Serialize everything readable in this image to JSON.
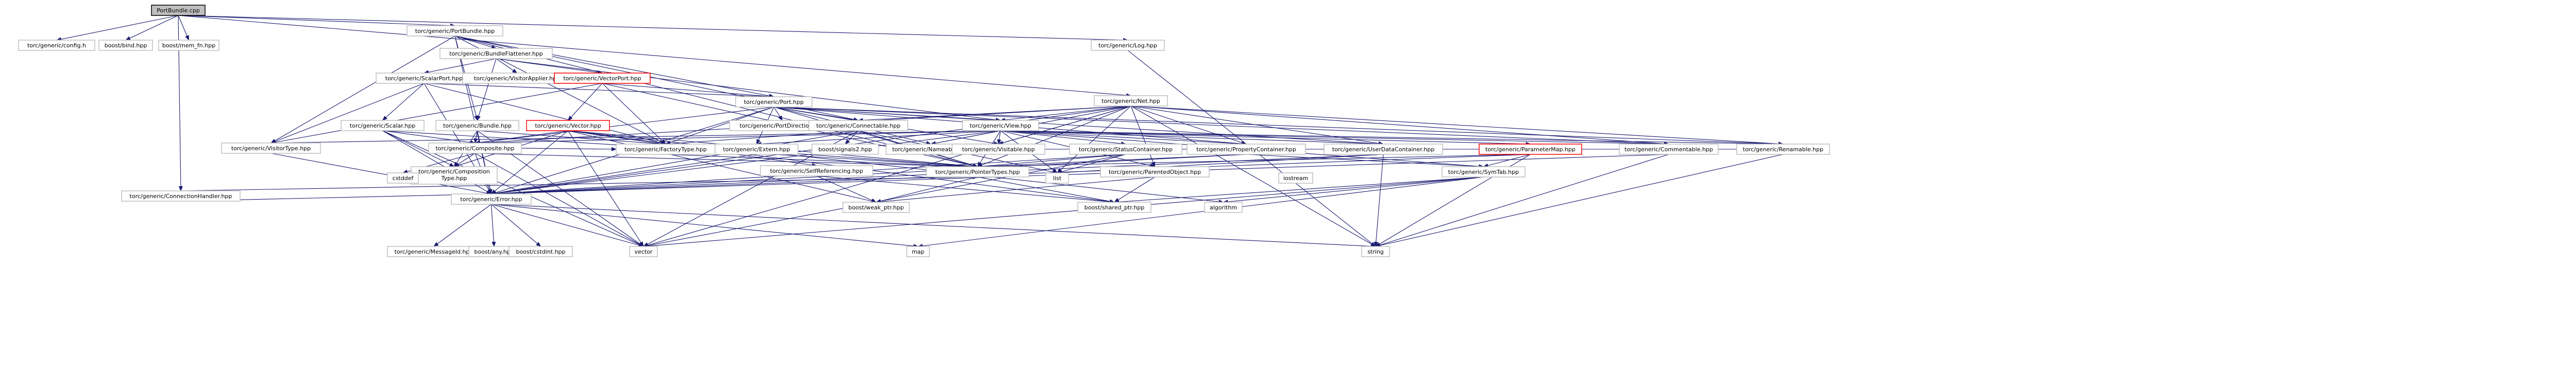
{
  "diagram": {
    "nodes": [
      {
        "id": "root",
        "label": "PortBundle.cpp",
        "root": true
      },
      {
        "id": "config",
        "label": "torc/generic/config.h"
      },
      {
        "id": "bind",
        "label": "boost/bind.hpp"
      },
      {
        "id": "memfn",
        "label": "boost/mem_fn.hpp"
      },
      {
        "id": "portbundle",
        "label": "torc/generic/PortBundle.hpp"
      },
      {
        "id": "log",
        "label": "torc/generic/Log.hpp"
      },
      {
        "id": "net",
        "label": "torc/generic/Net.hpp"
      },
      {
        "id": "connhandler",
        "label": "torc/generic/ConnectionHandler.hpp"
      },
      {
        "id": "bundleflat",
        "label": "torc/generic/BundleFlattener.hpp"
      },
      {
        "id": "scalarport",
        "label": "torc/generic/ScalarPort.hpp"
      },
      {
        "id": "visitorapplier",
        "label": "torc/generic/VisitorApplier.hpp"
      },
      {
        "id": "vectorport",
        "label": "torc/generic/VectorPort.hpp",
        "red": true
      },
      {
        "id": "port",
        "label": "torc/generic/Port.hpp"
      },
      {
        "id": "scalar",
        "label": "torc/generic/Scalar.hpp"
      },
      {
        "id": "bundle",
        "label": "torc/generic/Bundle.hpp"
      },
      {
        "id": "vector",
        "label": "torc/generic/Vector.hpp",
        "red": true
      },
      {
        "id": "portdir",
        "label": "torc/generic/PortDirection.hpp"
      },
      {
        "id": "connectable",
        "label": "torc/generic/Connectable.hpp"
      },
      {
        "id": "view",
        "label": "torc/generic/View.hpp"
      },
      {
        "id": "visitortype",
        "label": "torc/generic/VisitorType.hpp"
      },
      {
        "id": "composite",
        "label": "torc/generic/Composite.hpp"
      },
      {
        "id": "factorytype",
        "label": "torc/generic/FactoryType.hpp"
      },
      {
        "id": "extern",
        "label": "torc/generic/Extern.hpp"
      },
      {
        "id": "signals2",
        "label": "boost/signals2.hpp"
      },
      {
        "id": "nameable",
        "label": "torc/generic/Nameable.hpp"
      },
      {
        "id": "visitable",
        "label": "torc/generic/Visitable.hpp"
      },
      {
        "id": "statuscontainer",
        "label": "torc/generic/StatusContainer.hpp"
      },
      {
        "id": "propertycontainer",
        "label": "torc/generic/PropertyContainer.hpp"
      },
      {
        "id": "userdatacontainer",
        "label": "torc/generic/UserDataContainer.hpp"
      },
      {
        "id": "parametermap",
        "label": "torc/generic/ParameterMap.hpp",
        "red": true
      },
      {
        "id": "commentable",
        "label": "torc/generic/Commentable.hpp"
      },
      {
        "id": "renamable",
        "label": "torc/generic/Renamable.hpp"
      },
      {
        "id": "comptype",
        "label": "torc/generic/Composition\nType.hpp"
      },
      {
        "id": "cstddef",
        "label": "cstddef"
      },
      {
        "id": "selfref",
        "label": "torc/generic/SelfReferencing.hpp"
      },
      {
        "id": "pointertypes",
        "label": "torc/generic/PointerTypes.hpp"
      },
      {
        "id": "parentedobj",
        "label": "torc/generic/ParentedObject.hpp"
      },
      {
        "id": "symtab",
        "label": "torc/generic/SymTab.hpp"
      },
      {
        "id": "list",
        "label": "list"
      },
      {
        "id": "iostream",
        "label": "iostream"
      },
      {
        "id": "error",
        "label": "torc/generic/Error.hpp"
      },
      {
        "id": "weakptr",
        "label": "boost/weak_ptr.hpp"
      },
      {
        "id": "sharedptr",
        "label": "boost/shared_ptr.hpp"
      },
      {
        "id": "algorithm",
        "label": "algorithm"
      },
      {
        "id": "msgid",
        "label": "torc/generic/MessageId.hpp"
      },
      {
        "id": "any",
        "label": "boost/any.hpp"
      },
      {
        "id": "cstdint",
        "label": "boost/cstdint.hpp"
      },
      {
        "id": "stdvector",
        "label": "vector"
      },
      {
        "id": "map",
        "label": "map"
      },
      {
        "id": "string",
        "label": "string"
      }
    ],
    "edges": [
      [
        "root",
        "config"
      ],
      [
        "root",
        "bind"
      ],
      [
        "root",
        "memfn"
      ],
      [
        "root",
        "portbundle"
      ],
      [
        "root",
        "log"
      ],
      [
        "root",
        "net"
      ],
      [
        "root",
        "connhandler"
      ],
      [
        "portbundle",
        "bundleflat"
      ],
      [
        "portbundle",
        "port"
      ],
      [
        "portbundle",
        "bundle"
      ],
      [
        "portbundle",
        "connectable"
      ],
      [
        "portbundle",
        "visitortype"
      ],
      [
        "portbundle",
        "factorytype"
      ],
      [
        "portbundle",
        "pointertypes"
      ],
      [
        "portbundle",
        "error"
      ],
      [
        "bundleflat",
        "scalarport"
      ],
      [
        "bundleflat",
        "visitorapplier"
      ],
      [
        "bundleflat",
        "vectorport"
      ],
      [
        "bundleflat",
        "bundle"
      ],
      [
        "bundleflat",
        "view"
      ],
      [
        "scalarport",
        "port"
      ],
      [
        "scalarport",
        "scalar"
      ],
      [
        "scalarport",
        "visitortype"
      ],
      [
        "scalarport",
        "factorytype"
      ],
      [
        "scalarport",
        "error"
      ],
      [
        "vectorport",
        "port"
      ],
      [
        "vectorport",
        "vector"
      ],
      [
        "vectorport",
        "visitortype"
      ],
      [
        "vectorport",
        "factorytype"
      ],
      [
        "vectorport",
        "pointertypes"
      ],
      [
        "port",
        "portdir"
      ],
      [
        "port",
        "connectable"
      ],
      [
        "port",
        "composite"
      ],
      [
        "port",
        "extern"
      ],
      [
        "port",
        "nameable"
      ],
      [
        "port",
        "visitable"
      ],
      [
        "port",
        "propertycontainer"
      ],
      [
        "port",
        "userdatacontainer"
      ],
      [
        "port",
        "commentable"
      ],
      [
        "port",
        "renamable"
      ],
      [
        "port",
        "factorytype"
      ],
      [
        "port",
        "pointertypes"
      ],
      [
        "port",
        "error"
      ],
      [
        "port",
        "view"
      ],
      [
        "scalar",
        "composite"
      ],
      [
        "scalar",
        "comptype"
      ],
      [
        "scalar",
        "error"
      ],
      [
        "scalar",
        "stdvector"
      ],
      [
        "scalar",
        "pointertypes"
      ],
      [
        "bundle",
        "composite"
      ],
      [
        "bundle",
        "comptype"
      ],
      [
        "bundle",
        "error"
      ],
      [
        "bundle",
        "stdvector"
      ],
      [
        "bundle",
        "pointertypes"
      ],
      [
        "vector",
        "composite"
      ],
      [
        "vector",
        "comptype"
      ],
      [
        "vector",
        "selfref"
      ],
      [
        "vector",
        "error"
      ],
      [
        "vector",
        "stdvector"
      ],
      [
        "vector",
        "pointertypes"
      ],
      [
        "vector",
        "weakptr"
      ],
      [
        "vector",
        "sharedptr"
      ],
      [
        "vector",
        "algorithm"
      ],
      [
        "connectable",
        "signals2"
      ],
      [
        "connectable",
        "error"
      ],
      [
        "connectable",
        "stdvector"
      ],
      [
        "connectable",
        "list"
      ],
      [
        "connectable",
        "pointertypes"
      ],
      [
        "connectable",
        "factorytype"
      ],
      [
        "view",
        "composite"
      ],
      [
        "view",
        "extern"
      ],
      [
        "view",
        "nameable"
      ],
      [
        "view",
        "visitable"
      ],
      [
        "view",
        "statuscontainer"
      ],
      [
        "view",
        "propertycontainer"
      ],
      [
        "view",
        "userdatacontainer"
      ],
      [
        "view",
        "parametermap"
      ],
      [
        "view",
        "commentable"
      ],
      [
        "view",
        "renamable"
      ],
      [
        "view",
        "pointertypes"
      ],
      [
        "view",
        "symtab"
      ],
      [
        "view",
        "parentedobj"
      ],
      [
        "view",
        "list"
      ],
      [
        "view",
        "error"
      ],
      [
        "view",
        "visitortype"
      ],
      [
        "net",
        "connectable"
      ],
      [
        "net",
        "view"
      ],
      [
        "net",
        "composite"
      ],
      [
        "net",
        "nameable"
      ],
      [
        "net",
        "visitable"
      ],
      [
        "net",
        "propertycontainer"
      ],
      [
        "net",
        "userdatacontainer"
      ],
      [
        "net",
        "commentable"
      ],
      [
        "net",
        "renamable"
      ],
      [
        "net",
        "parentedobj"
      ],
      [
        "net",
        "list"
      ],
      [
        "net",
        "error"
      ],
      [
        "net",
        "pointertypes"
      ],
      [
        "net",
        "stdvector"
      ],
      [
        "net",
        "string"
      ],
      [
        "connhandler",
        "error"
      ],
      [
        "connhandler",
        "pointertypes"
      ],
      [
        "log",
        "string"
      ],
      [
        "composite",
        "cstddef"
      ],
      [
        "composite",
        "comptype"
      ],
      [
        "composite",
        "error"
      ],
      [
        "composite",
        "stdvector"
      ],
      [
        "composite",
        "pointertypes"
      ],
      [
        "composite",
        "factorytype"
      ],
      [
        "visitortype",
        "error"
      ],
      [
        "factorytype",
        "pointertypes"
      ],
      [
        "extern",
        "error"
      ],
      [
        "selfref",
        "weakptr"
      ],
      [
        "selfref",
        "sharedptr"
      ],
      [
        "statuscontainer",
        "pointertypes"
      ],
      [
        "statuscontainer",
        "list"
      ],
      [
        "statuscontainer",
        "error"
      ],
      [
        "statuscontainer",
        "stdvector"
      ],
      [
        "propertycontainer",
        "symtab"
      ],
      [
        "propertycontainer",
        "error"
      ],
      [
        "propertycontainer",
        "pointertypes"
      ],
      [
        "userdatacontainer",
        "list"
      ],
      [
        "userdatacontainer",
        "error"
      ],
      [
        "userdatacontainer",
        "string"
      ],
      [
        "parametermap",
        "symtab"
      ],
      [
        "parametermap",
        "error"
      ],
      [
        "parametermap",
        "string"
      ],
      [
        "parametermap",
        "pointertypes"
      ],
      [
        "commentable",
        "string"
      ],
      [
        "commentable",
        "error"
      ],
      [
        "renamable",
        "string"
      ],
      [
        "renamable",
        "nameable"
      ],
      [
        "parentedobj",
        "weakptr"
      ],
      [
        "parentedobj",
        "sharedptr"
      ],
      [
        "pointertypes",
        "weakptr"
      ],
      [
        "pointertypes",
        "sharedptr"
      ],
      [
        "symtab",
        "map"
      ],
      [
        "symtab",
        "sharedptr"
      ],
      [
        "symtab",
        "stdvector"
      ],
      [
        "symtab",
        "algorithm"
      ],
      [
        "error",
        "msgid"
      ],
      [
        "error",
        "any"
      ],
      [
        "error",
        "cstdint"
      ],
      [
        "error",
        "stdvector"
      ],
      [
        "error",
        "map"
      ],
      [
        "error",
        "string"
      ]
    ]
  }
}
